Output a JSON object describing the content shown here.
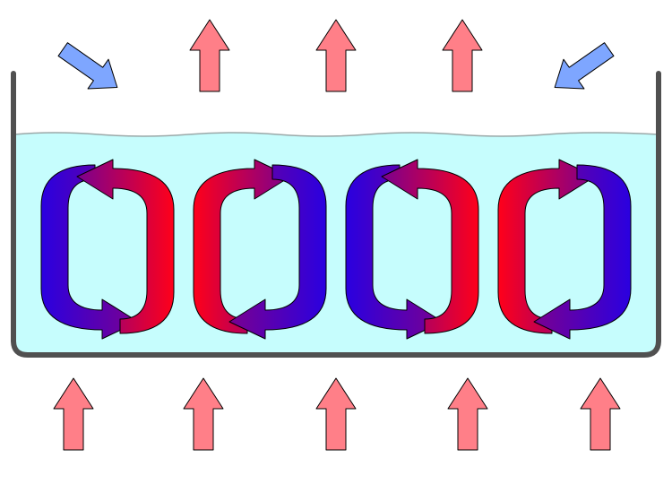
{
  "colors": {
    "background": "#ffffff",
    "container": "#505050",
    "water": "#c6fdfd",
    "water_line": "#9aa8a8",
    "heat_arrow": "#ff7f88",
    "cool_arrow": "#7ea6ff",
    "cell_blue": "#2a00e0",
    "cell_red": "#ff001a",
    "cell_mid": "#7a0090",
    "outline": "#000000"
  },
  "icons": {
    "heat_in": "up-arrow-icon",
    "heat_out": "up-arrow-icon",
    "cool_in_left": "down-right-arrow-icon",
    "cool_in_right": "down-left-arrow-icon",
    "convection": "curved-arrow-icon"
  },
  "layout_semantics": {
    "heat_in_count": 5,
    "heat_out_count": 3,
    "convection_cell_count": 4,
    "cell_rotation": [
      "counterclockwise",
      "clockwise",
      "counterclockwise",
      "clockwise"
    ]
  }
}
